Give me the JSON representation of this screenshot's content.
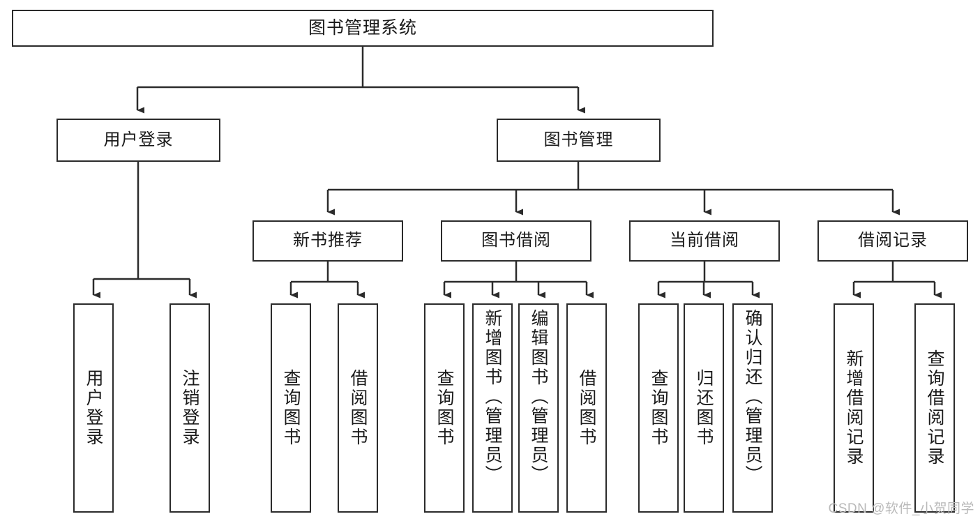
{
  "diagram": {
    "type": "tree-hierarchy",
    "title": "图书管理系统",
    "watermark": "CSDN @软件_小贺同学",
    "colors": {
      "stroke": "#2b2b2b",
      "fill": "#ffffff",
      "text": "#1a1a1a",
      "watermark": "#b9b9b9"
    },
    "levels": {
      "level0": [
        {
          "id": "root",
          "label": "图书管理系统",
          "orientation": "horizontal"
        }
      ],
      "level1": [
        {
          "id": "user-login",
          "label": "用户登录",
          "orientation": "horizontal"
        },
        {
          "id": "book-mgmt",
          "label": "图书管理",
          "orientation": "horizontal"
        }
      ],
      "level2": [
        {
          "id": "new-book-rec",
          "label": "新书推荐",
          "orientation": "horizontal",
          "parent": "book-mgmt"
        },
        {
          "id": "book-borrow",
          "label": "图书借阅",
          "orientation": "horizontal",
          "parent": "book-mgmt"
        },
        {
          "id": "current-borrow",
          "label": "当前借阅",
          "orientation": "horizontal",
          "parent": "book-mgmt"
        },
        {
          "id": "borrow-record",
          "label": "借阅记录",
          "orientation": "horizontal",
          "parent": "book-mgmt"
        }
      ],
      "level3": [
        {
          "id": "leaf-user-login",
          "label": "用户登录",
          "orientation": "vertical",
          "parent": "user-login"
        },
        {
          "id": "leaf-logout",
          "label": "注销登录",
          "orientation": "vertical",
          "parent": "user-login"
        },
        {
          "id": "leaf-query-book-1",
          "label": "查询图书",
          "orientation": "vertical",
          "parent": "new-book-rec"
        },
        {
          "id": "leaf-borrow-book-1",
          "label": "借阅图书",
          "orientation": "vertical",
          "parent": "new-book-rec"
        },
        {
          "id": "leaf-query-book-2",
          "label": "查询图书",
          "orientation": "vertical",
          "parent": "book-borrow"
        },
        {
          "id": "leaf-add-book",
          "label": "新增图书（管理员）",
          "orientation": "vertical",
          "parent": "book-borrow"
        },
        {
          "id": "leaf-edit-book",
          "label": "编辑图书（管理员）",
          "orientation": "vertical",
          "parent": "book-borrow"
        },
        {
          "id": "leaf-borrow-book-2",
          "label": "借阅图书",
          "orientation": "vertical",
          "parent": "book-borrow"
        },
        {
          "id": "leaf-query-book-3",
          "label": "查询图书",
          "orientation": "vertical",
          "parent": "current-borrow"
        },
        {
          "id": "leaf-return-book",
          "label": "归还图书",
          "orientation": "vertical",
          "parent": "current-borrow"
        },
        {
          "id": "leaf-confirm-return",
          "label": "确认归还（管理员）",
          "orientation": "vertical",
          "parent": "current-borrow"
        },
        {
          "id": "leaf-add-record",
          "label": "新增借阅记录",
          "orientation": "vertical",
          "parent": "borrow-record"
        },
        {
          "id": "leaf-query-record",
          "label": "查询借阅记录",
          "orientation": "vertical",
          "parent": "borrow-record"
        }
      ]
    }
  }
}
